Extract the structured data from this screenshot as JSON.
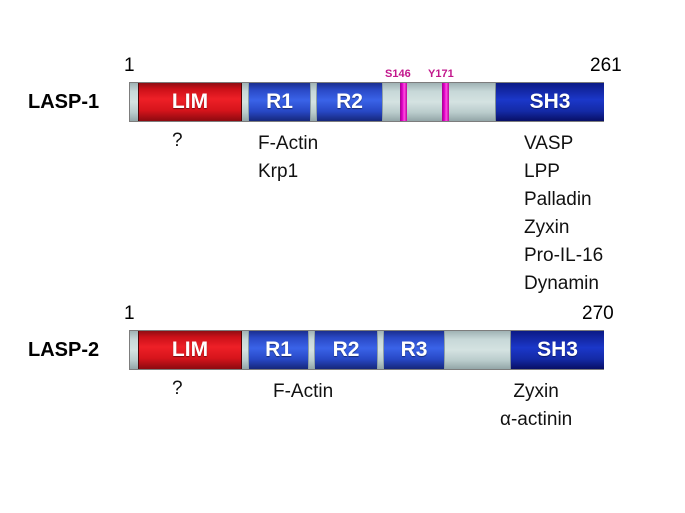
{
  "figure": {
    "title": "LASP protein domain architecture diagram",
    "colors": {
      "lim_domain": "#ee2027",
      "repeat_domain": "#3a63e8",
      "sh3_domain": "#1b37c9",
      "linker": "#d2e0df",
      "phospho_marker": "#e100c8",
      "phospho_label": "#c2178c",
      "text": "#000000"
    }
  },
  "proteins": [
    {
      "name": "LASP-1",
      "start_residue": "1",
      "end_residue": "261",
      "domains": [
        {
          "label": "LIM",
          "type": "lim"
        },
        {
          "label": "R1",
          "type": "repeat"
        },
        {
          "label": "R2",
          "type": "repeat"
        },
        {
          "label": "SH3",
          "type": "sh3"
        }
      ],
      "phospho_sites": [
        {
          "label": "S146"
        },
        {
          "label": "Y171"
        }
      ],
      "binding_groups": [
        {
          "anchor": "lim",
          "partners": [
            "?"
          ]
        },
        {
          "anchor": "repeats",
          "partners": [
            "F-Actin",
            "Krp1"
          ]
        },
        {
          "anchor": "sh3",
          "partners": [
            "VASP",
            "LPP",
            "Palladin",
            "Zyxin",
            "Pro-IL-16",
            "Dynamin"
          ]
        }
      ]
    },
    {
      "name": "LASP-2",
      "start_residue": "1",
      "end_residue": "270",
      "domains": [
        {
          "label": "LIM",
          "type": "lim"
        },
        {
          "label": "R1",
          "type": "repeat"
        },
        {
          "label": "R2",
          "type": "repeat"
        },
        {
          "label": "R3",
          "type": "repeat"
        },
        {
          "label": "SH3",
          "type": "sh3"
        }
      ],
      "phospho_sites": [],
      "binding_groups": [
        {
          "anchor": "lim",
          "partners": [
            "?"
          ]
        },
        {
          "anchor": "repeats",
          "partners": [
            "F-Actin"
          ]
        },
        {
          "anchor": "sh3",
          "partners": [
            "Zyxin",
            "α-actinin"
          ]
        }
      ]
    }
  ]
}
